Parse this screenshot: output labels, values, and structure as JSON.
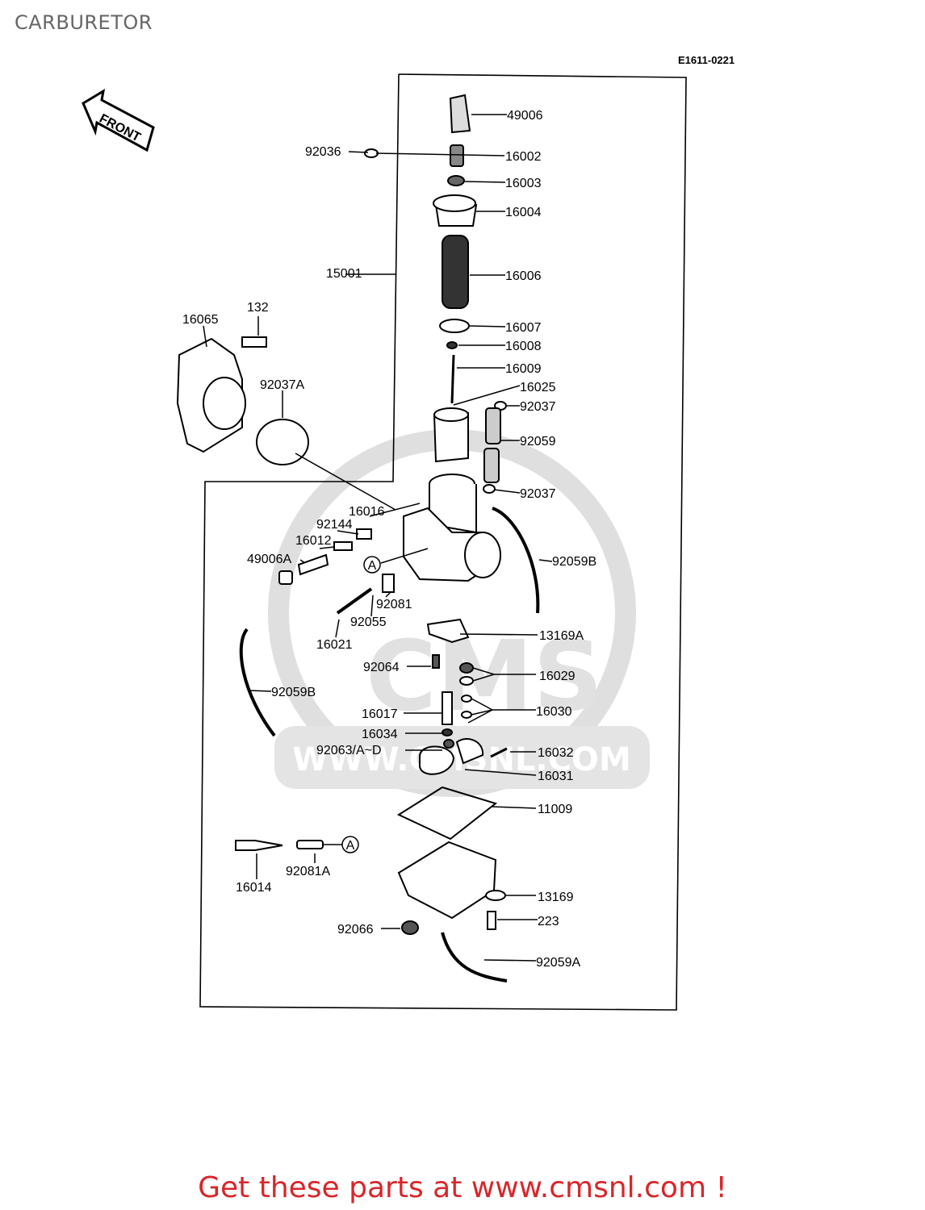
{
  "page": {
    "title": "CARBURETOR",
    "diagram_code": "E1611-0221",
    "footer": "Get these parts at www.cmsnl.com !",
    "watermark": "CMS",
    "watermark_url": "WWW.CMSNL.COM",
    "front_label": "FRONT",
    "ref_marker": "A"
  },
  "colors": {
    "footer": "#d8262a",
    "title": "#666666",
    "lines": "#000000",
    "watermark": "#d9d9d9"
  },
  "parts": [
    {
      "id": "label-49006",
      "text": "49006"
    },
    {
      "id": "label-92036",
      "text": "92036"
    },
    {
      "id": "label-16002",
      "text": "16002"
    },
    {
      "id": "label-16003",
      "text": "16003"
    },
    {
      "id": "label-16004",
      "text": "16004"
    },
    {
      "id": "label-15001",
      "text": "15001"
    },
    {
      "id": "label-16006",
      "text": "16006"
    },
    {
      "id": "label-132",
      "text": "132"
    },
    {
      "id": "label-16065",
      "text": "16065"
    },
    {
      "id": "label-16007",
      "text": "16007"
    },
    {
      "id": "label-16008",
      "text": "16008"
    },
    {
      "id": "label-16009",
      "text": "16009"
    },
    {
      "id": "label-92037a",
      "text": "92037A"
    },
    {
      "id": "label-16025",
      "text": "16025"
    },
    {
      "id": "label-92037-top",
      "text": "92037"
    },
    {
      "id": "label-92059",
      "text": "92059"
    },
    {
      "id": "label-92037-bottom",
      "text": "92037"
    },
    {
      "id": "label-16016",
      "text": "16016"
    },
    {
      "id": "label-92144",
      "text": "92144"
    },
    {
      "id": "label-16012",
      "text": "16012"
    },
    {
      "id": "label-49006a",
      "text": "49006A"
    },
    {
      "id": "label-92059b-right",
      "text": "92059B"
    },
    {
      "id": "label-92081",
      "text": "92081"
    },
    {
      "id": "label-92055",
      "text": "92055"
    },
    {
      "id": "label-16021",
      "text": "16021"
    },
    {
      "id": "label-13169a",
      "text": "13169A"
    },
    {
      "id": "label-92064",
      "text": "92064"
    },
    {
      "id": "label-16029",
      "text": "16029"
    },
    {
      "id": "label-92059b-left",
      "text": "92059B"
    },
    {
      "id": "label-16017",
      "text": "16017"
    },
    {
      "id": "label-16030",
      "text": "16030"
    },
    {
      "id": "label-16034",
      "text": "16034"
    },
    {
      "id": "label-92063",
      "text": "92063/A~D"
    },
    {
      "id": "label-16032",
      "text": "16032"
    },
    {
      "id": "label-16031",
      "text": "16031"
    },
    {
      "id": "label-11009",
      "text": "11009"
    },
    {
      "id": "label-16014",
      "text": "16014"
    },
    {
      "id": "label-92081a",
      "text": "92081A"
    },
    {
      "id": "label-13169",
      "text": "13169"
    },
    {
      "id": "label-223",
      "text": "223"
    },
    {
      "id": "label-92066",
      "text": "92066"
    },
    {
      "id": "label-92059a",
      "text": "92059A"
    }
  ]
}
